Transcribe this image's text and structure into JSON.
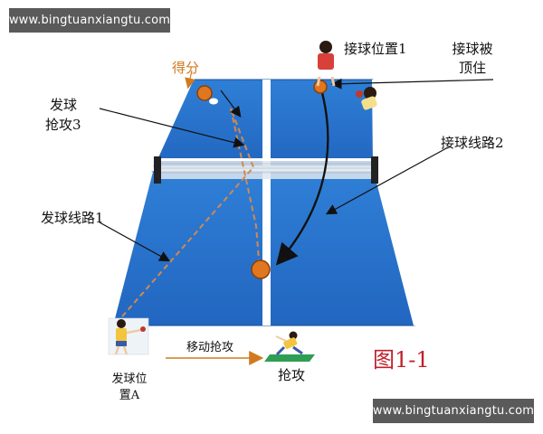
{
  "watermark_top": "www.bingtuanxiangtu.com",
  "watermark_bottom": "www.bingtuanxiangtu.com",
  "labels": {
    "score": "得分",
    "receive_pos": "接球位置1",
    "receive_blocked_1": "接球被",
    "receive_blocked_2": "顶住",
    "serve_attack_1": "发球",
    "serve_attack_2": "抢攻3",
    "receive_route": "接球线路2",
    "serve_route": "发球线路1",
    "serve_pos_1": "发球位",
    "serve_pos_2": "置A",
    "move_attack": "移动抢攻",
    "attack": "抢攻",
    "figure": "图1-1"
  },
  "colors": {
    "table": "#2a74cc",
    "table_dark": "#1d5cad",
    "line_white": "#ffffff",
    "ball": "#e0771e",
    "dashed_route": "#d08a52",
    "arrow_black": "#111111",
    "figure_label": "#c0202a"
  }
}
